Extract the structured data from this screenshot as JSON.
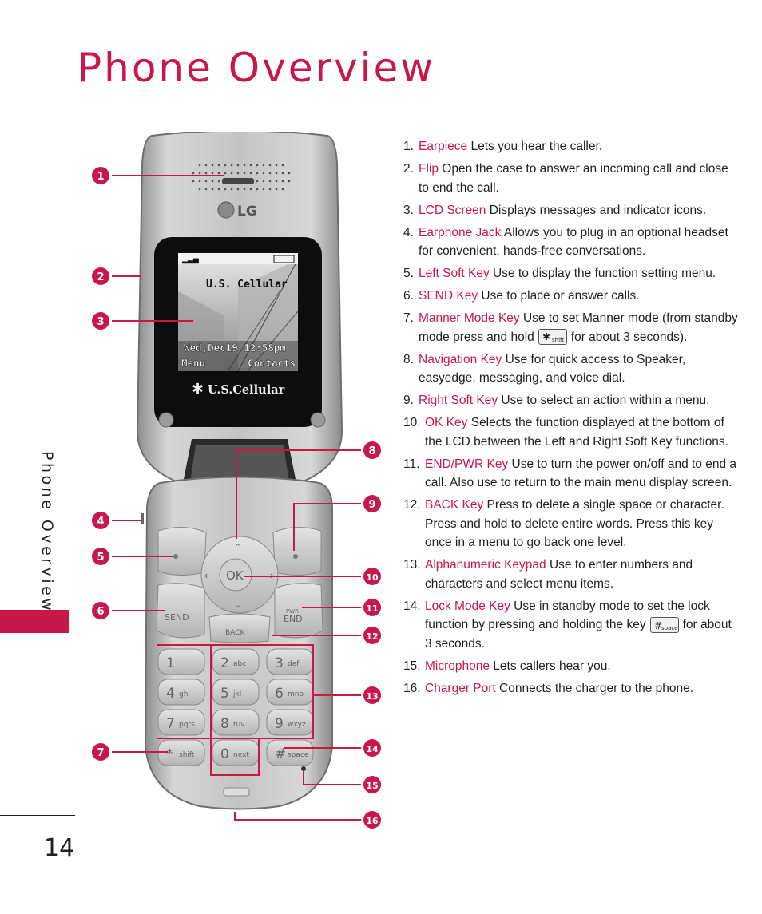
{
  "page": {
    "title": "Phone Overview",
    "side_label": "Phone Overview",
    "page_number": "14"
  },
  "phone_screen": {
    "carrier_name": "U.S. Cellular",
    "datetime": "Wed,Dec19 12:58pm",
    "left_soft": "Menu",
    "right_soft": "Contacts",
    "logo_text": "U.S.Cellular",
    "brand": "LG"
  },
  "keypad": {
    "send": "SEND",
    "end": "END",
    "pwr": "PWR",
    "back": "BACK",
    "ok": "OK",
    "keys": [
      {
        "digit": "1",
        "letters": ""
      },
      {
        "digit": "2",
        "letters": "abc"
      },
      {
        "digit": "3",
        "letters": "def"
      },
      {
        "digit": "4",
        "letters": "ghi"
      },
      {
        "digit": "5",
        "letters": "jkl"
      },
      {
        "digit": "6",
        "letters": "mno"
      },
      {
        "digit": "7",
        "letters": "pqrs"
      },
      {
        "digit": "8",
        "letters": "tuv"
      },
      {
        "digit": "9",
        "letters": "wxyz"
      },
      {
        "digit": "*",
        "letters": "shift"
      },
      {
        "digit": "0",
        "letters": "next"
      },
      {
        "digit": "#",
        "letters": "space"
      }
    ]
  },
  "callouts": [
    "1",
    "2",
    "3",
    "4",
    "5",
    "6",
    "7",
    "8",
    "9",
    "10",
    "11",
    "12",
    "13",
    "14",
    "15",
    "16"
  ],
  "items": [
    {
      "num": "1.",
      "term": "Earpiece",
      "desc": " Lets you hear the caller."
    },
    {
      "num": "2.",
      "term": "Flip",
      "desc": " Open the case to answer an incoming call and close to end the call."
    },
    {
      "num": "3.",
      "term": "LCD Screen",
      "desc": " Displays messages and indicator icons."
    },
    {
      "num": "4.",
      "term": "Earphone Jack",
      "desc": " Allows you to plug in an optional headset for convenient, hands-free conversations."
    },
    {
      "num": "5.",
      "term": "Left Soft Key",
      "desc": " Use to display the function setting menu."
    },
    {
      "num": "6.",
      "term": "SEND Key",
      "desc": " Use to place or answer calls."
    },
    {
      "num": "7.",
      "term": "Manner Mode Key",
      "desc": " Use to set Manner mode (from standby mode press and hold",
      "desc_after": "for about 3 seconds)."
    },
    {
      "num": "8.",
      "term": "Navigation Key",
      "desc": " Use for quick access to Speaker, easyedge, messaging, and voice dial."
    },
    {
      "num": "9.",
      "term": "Right Soft Key",
      "desc": " Use to select an action within a menu."
    },
    {
      "num": "10.",
      "term": "OK Key",
      "desc": " Selects the function displayed at the bottom of the LCD between the Left and Right Soft Key functions."
    },
    {
      "num": "11.",
      "term": "END/PWR Key",
      "desc": " Use to turn the power on/off and to end a call. Also use to return to the main menu display screen."
    },
    {
      "num": "12.",
      "term": "BACK Key",
      "desc": " Press to delete a single space or character. Press and hold to delete entire words. Press this key once in a menu to go back one level."
    },
    {
      "num": "13.",
      "term": "Alphanumeric Keypad",
      "desc": " Use to enter numbers and characters and select menu items."
    },
    {
      "num": "14.",
      "term": "Lock Mode Key",
      "desc": " Use in standby mode to set the lock function by pressing and holding the key",
      "desc_after": "for about 3 seconds."
    },
    {
      "num": "15.",
      "term": "Microphone",
      "desc": " Lets callers hear you."
    },
    {
      "num": "16.",
      "term": "Charger Port",
      "desc": " Connects the charger to the phone."
    }
  ],
  "colors": {
    "accent": "#c8174b",
    "text": "#231f20",
    "phone_silver": "#c9c9c9"
  }
}
